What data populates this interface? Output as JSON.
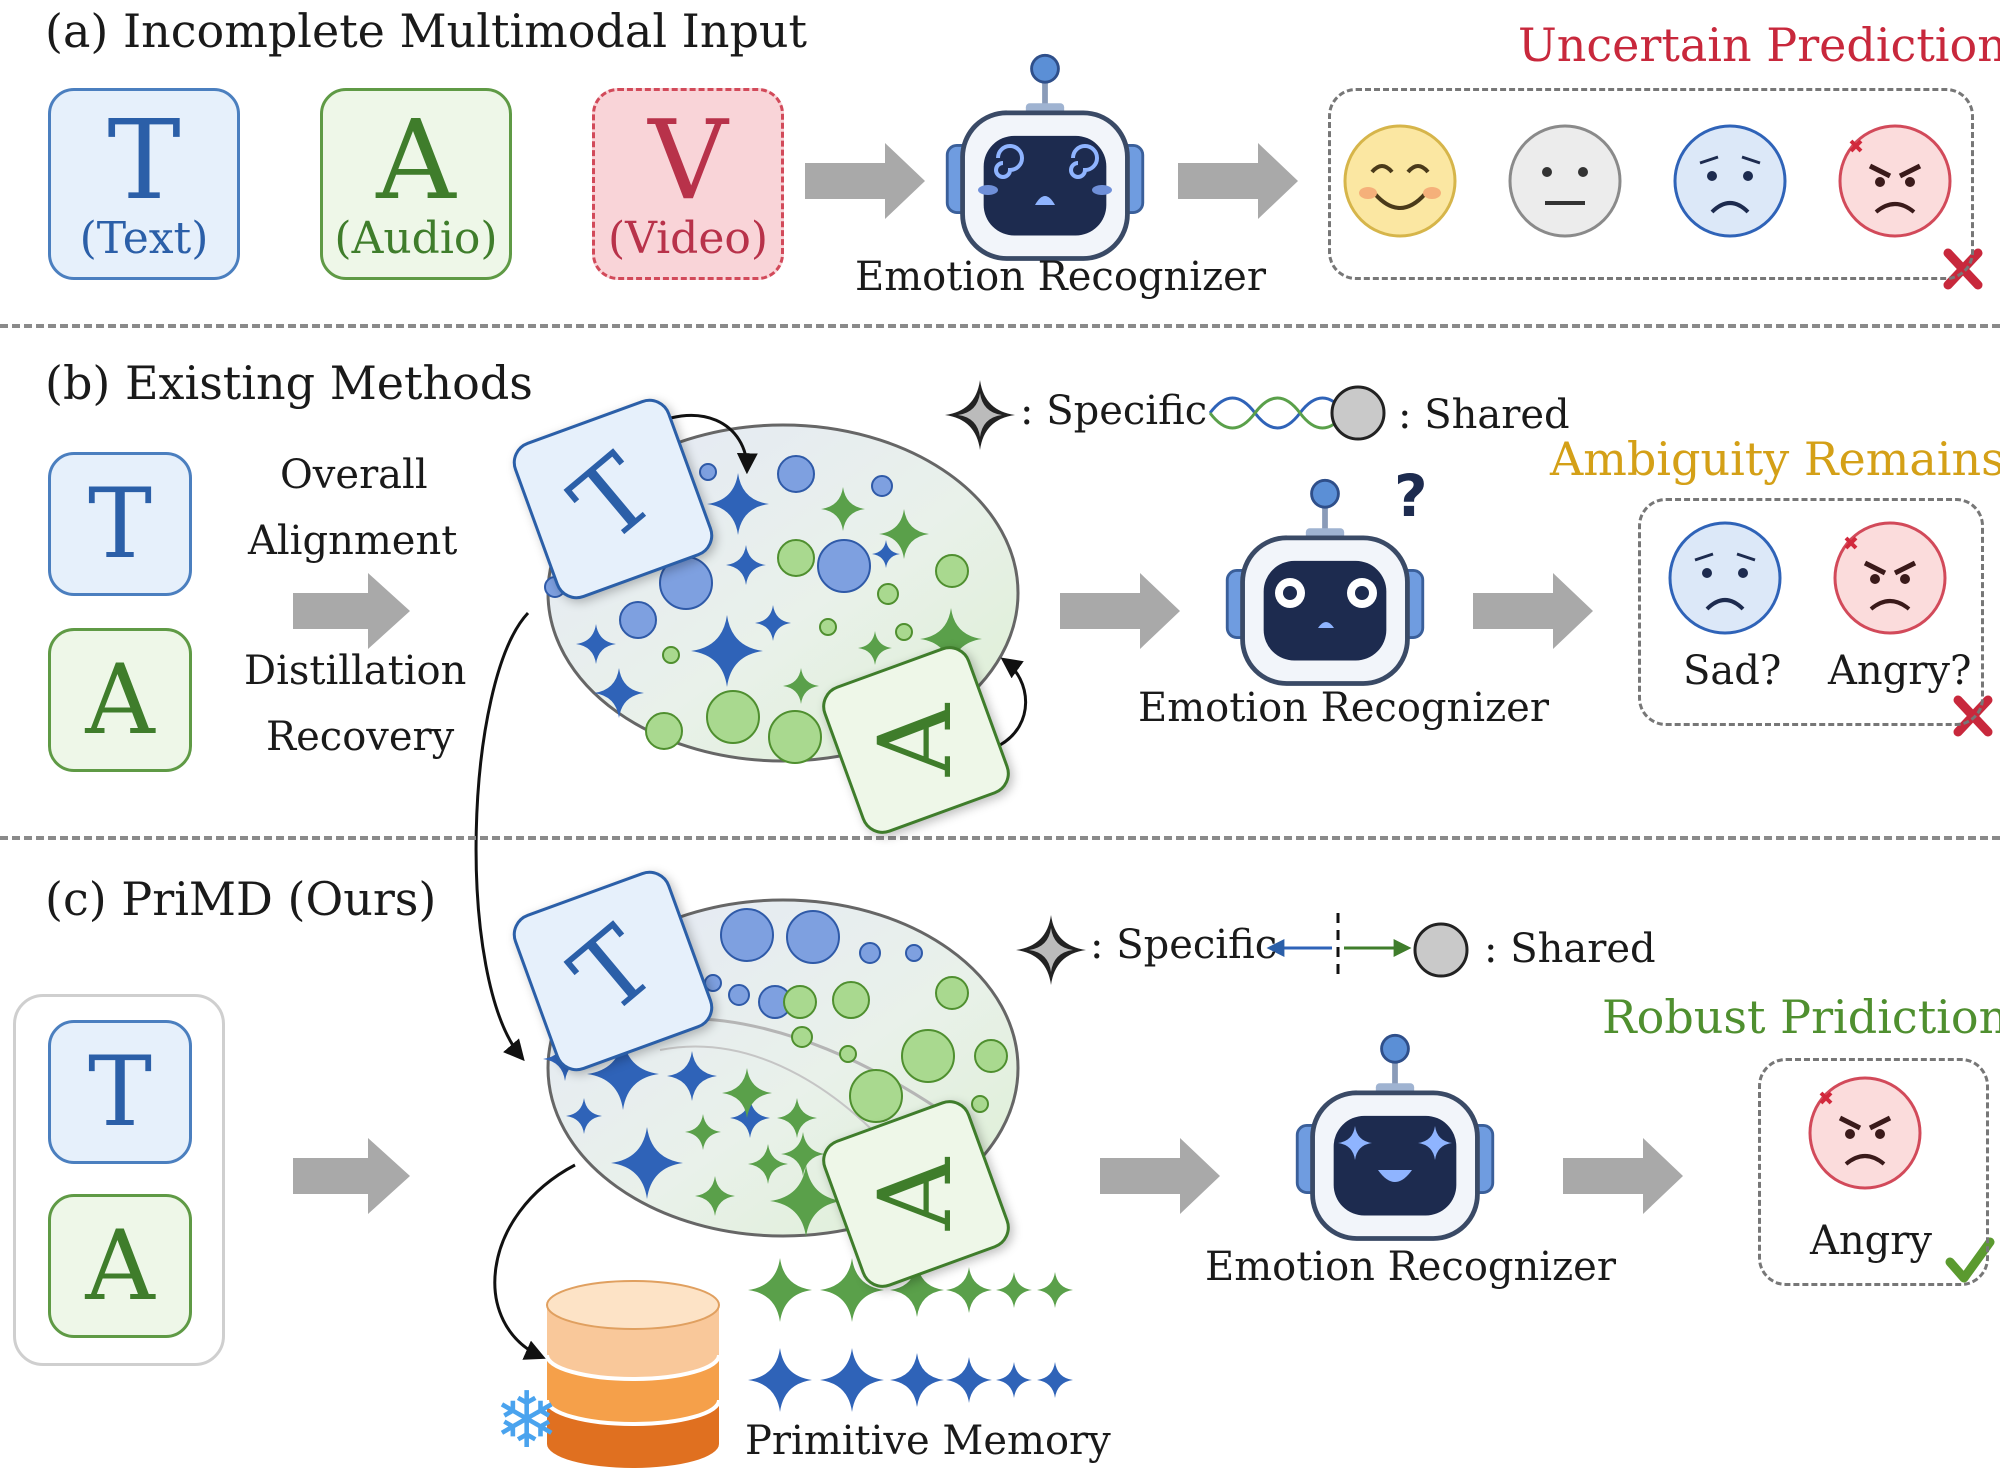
{
  "panel_a": {
    "title": "(a) Incomplete Multimodal Input",
    "text_letter": "T",
    "text_label": "(Text)",
    "audio_letter": "A",
    "audio_label": "(Audio)",
    "video_letter": "V",
    "video_label": "(Video)",
    "recognizer": "Emotion Recognizer",
    "result_title": "Uncertain Prediction"
  },
  "panel_b": {
    "title": "(b) Existing Methods",
    "text_letter": "T",
    "audio_letter": "A",
    "method_top_1": "Overall",
    "method_top_2": "Alignment",
    "method_bottom_1": "Distillation",
    "method_bottom_2": "Recovery",
    "legend_specific": ": Specific",
    "legend_shared": ": Shared",
    "question": "?",
    "recognizer": "Emotion Recognizer",
    "result_title": "Ambiguity Remains",
    "sad_label": "Sad?",
    "angry_label": "Angry?"
  },
  "panel_c": {
    "title": "(c) PriMD (Ours)",
    "text_letter": "T",
    "audio_letter": "A",
    "legend_specific": ": Specific",
    "legend_shared": ": Shared",
    "recognizer": "Emotion Recognizer",
    "result_title": "Robust Pridiction",
    "angry_label": "Angry",
    "memory_label": "Primitive Memory",
    "snowflake": "❄"
  },
  "colors": {
    "uncertain": "#c8283c",
    "ambiguity": "#d4a017",
    "robust": "#4f8f2f",
    "blue_mod": "#2b5fa8",
    "green_mod": "#3f7d2b"
  },
  "icons": [
    "robot-icon",
    "happy-face-icon",
    "neutral-face-icon",
    "sad-face-icon",
    "angry-face-icon",
    "cross-mark-icon",
    "check-mark-icon",
    "sparkle-icon",
    "database-icon",
    "snowflake-icon"
  ]
}
